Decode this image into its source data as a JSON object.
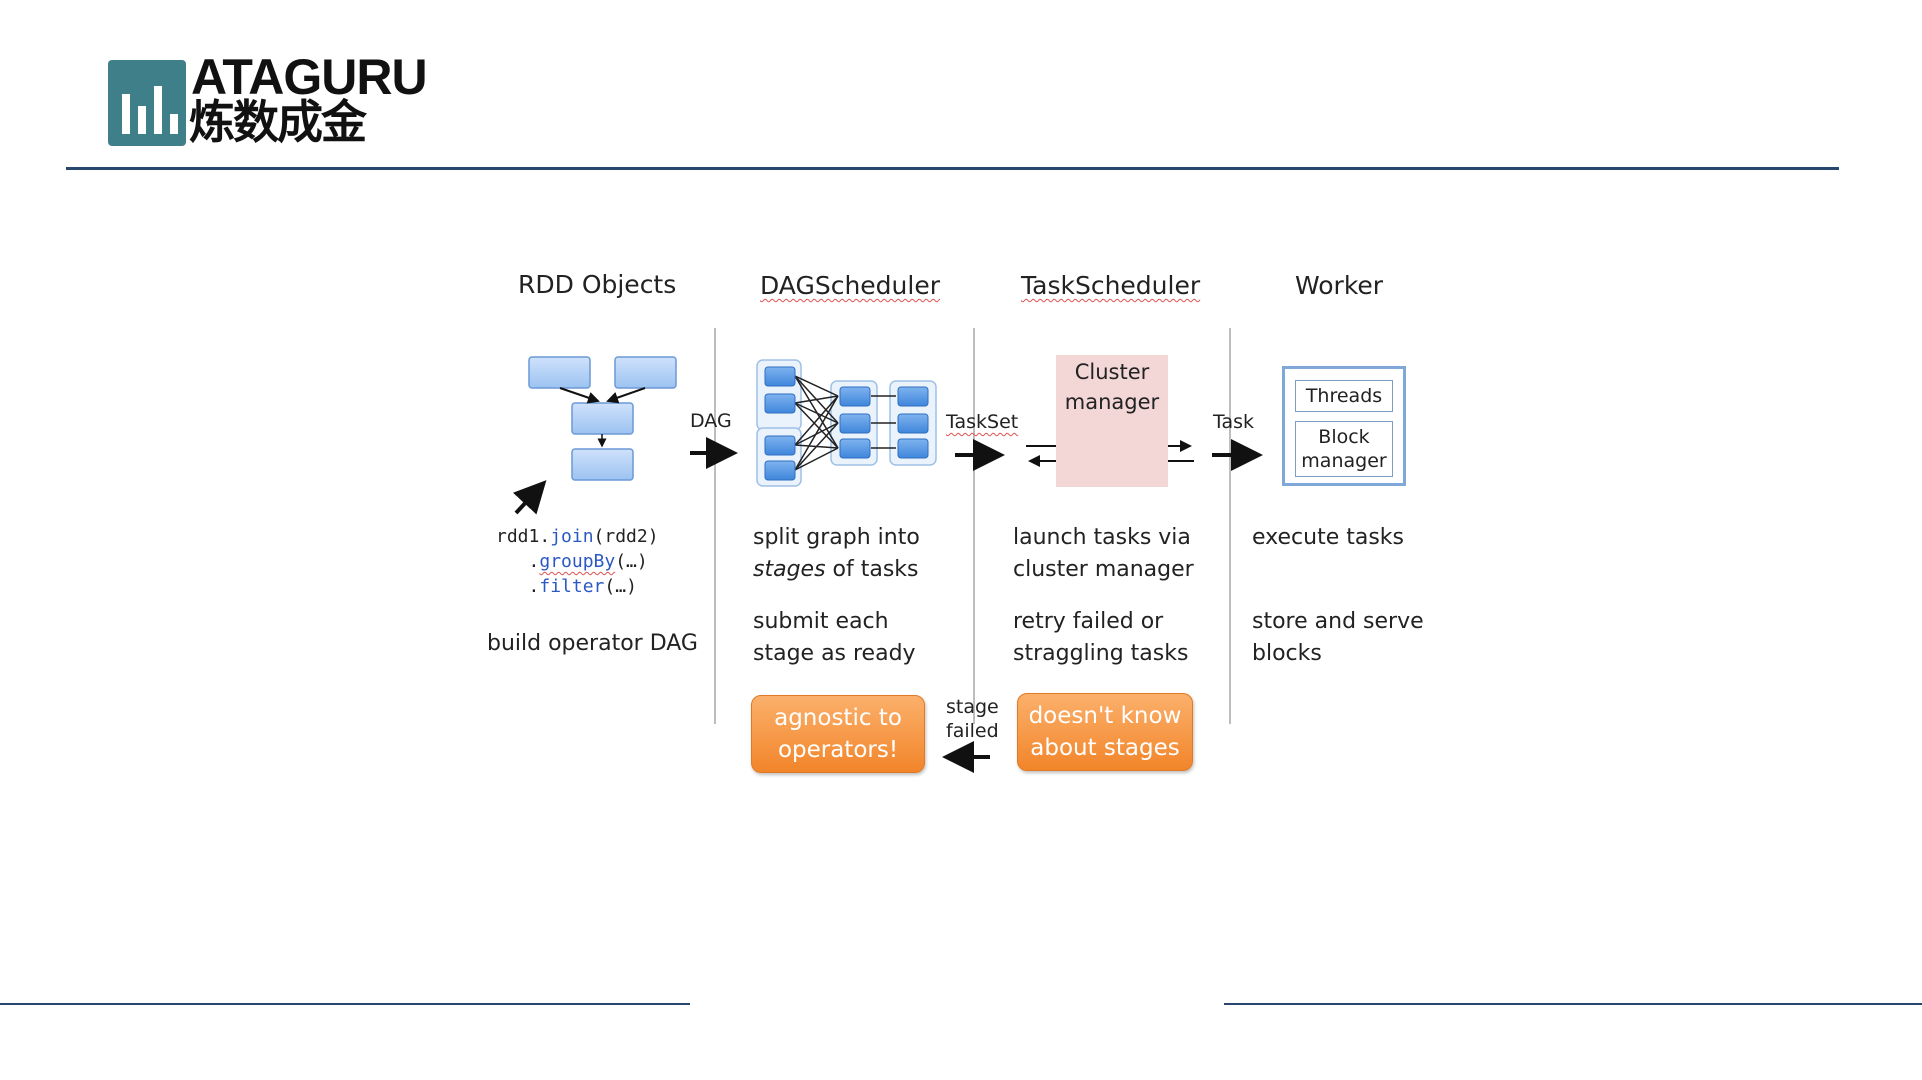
{
  "logo": {
    "en": "ATAGURU",
    "cn": "炼数成金"
  },
  "columns": {
    "rdd": "RDD Objects",
    "dag": "DAGScheduler",
    "task": "TaskScheduler",
    "worker": "Worker"
  },
  "arrows": {
    "dag": "DAG",
    "taskset": "TaskSet",
    "task": "Task"
  },
  "code": {
    "line1_a": "rdd1.",
    "line1_kw": "join",
    "line1_b": "(rdd2)",
    "line2_a": "   .",
    "line2_kw": "groupBy",
    "line2_b": "(…)",
    "line3_a": "   .",
    "line3_kw": "filter",
    "line3_b": "(…)"
  },
  "rdd_text": "build operator DAG",
  "dag_text": {
    "l1": "split graph into",
    "l2_em": "stages",
    "l2_rest": " of tasks",
    "l3": "submit each",
    "l4": "stage as ready"
  },
  "task_text": {
    "l1": "launch tasks via",
    "l2": "cluster manager",
    "l3": "retry failed or",
    "l4": "straggling tasks"
  },
  "worker_text": {
    "l1": "execute tasks",
    "l2": "store and serve",
    "l3": "blocks"
  },
  "cluster": {
    "l1": "Cluster",
    "l2": "manager"
  },
  "worker_box": {
    "threads": "Threads",
    "block1": "Block",
    "block2": "manager"
  },
  "badges": {
    "agnostic_1": "agnostic to",
    "agnostic_2": "operators!",
    "doesnt_1": "doesn't know",
    "doesnt_2": "about stages"
  },
  "stage_failed": {
    "l1": "stage",
    "l2": "failed"
  },
  "colors": {
    "rule": "#27476f",
    "logo_mark": "#3e7f8a",
    "node_fill": "#5b9be0",
    "badge": "#f2852a",
    "cluster_bg": "#f3d6d6"
  }
}
